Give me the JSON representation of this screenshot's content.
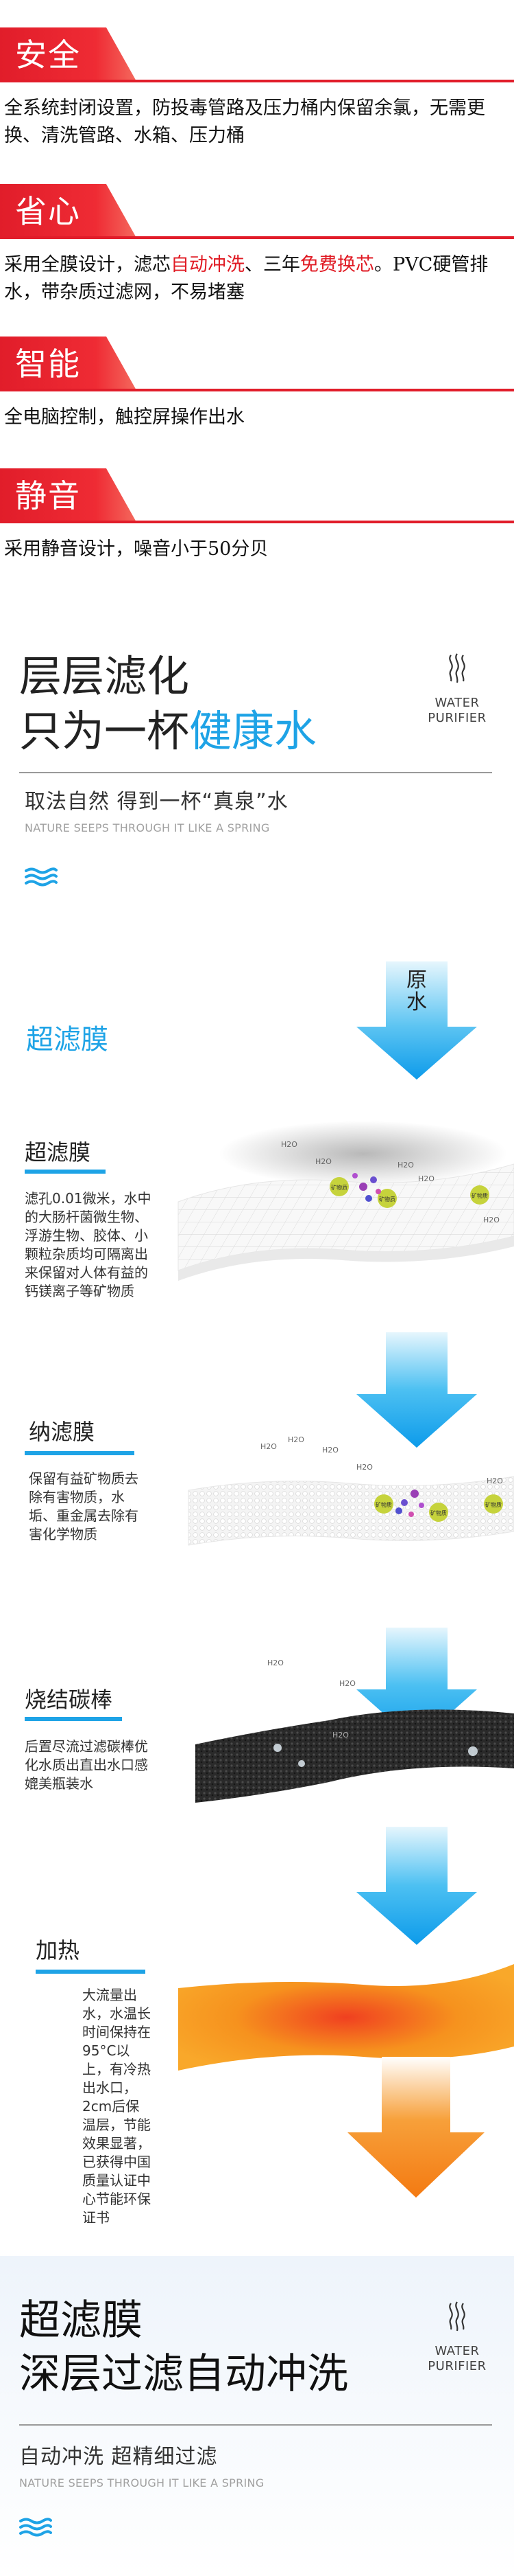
{
  "features": [
    {
      "label": "安全",
      "segments": [
        {
          "text": "全系统封闭设置，防投毒管路及压力桶内保留余氯，无需更换、清洗管路、水箱、压力桶",
          "accent": false
        }
      ]
    },
    {
      "label": "省心",
      "segments": [
        {
          "text": "采用全膜设计，滤芯",
          "accent": false
        },
        {
          "text": "自动冲洗",
          "accent": true
        },
        {
          "text": "、三年",
          "accent": false
        },
        {
          "text": "免费换芯",
          "accent": true
        },
        {
          "text": "。PVC硬管排水，带杂质过滤网，不易堵塞",
          "accent": false
        }
      ]
    },
    {
      "label": "智能",
      "segments": [
        {
          "text": "全电脑控制，触控屏操作出水",
          "accent": false
        }
      ]
    },
    {
      "label": "静音",
      "segments": [
        {
          "text": "采用静音设计，噪音小于50分贝",
          "accent": false
        }
      ]
    }
  ],
  "hero": {
    "line1": "层层滤化",
    "line2_prefix": "只为一杯",
    "line2_accent": "健康水",
    "brand_line1": "WATER",
    "brand_line2": "PURIFIER",
    "subtitle_cn": "取法自然  得到一杯“真泉”水",
    "subtitle_en": "NATURE SEEPS THROUGH IT LIKE A SPRING"
  },
  "process": {
    "section_label": "超滤膜",
    "raw_water": "原水",
    "h2o_label": "H2O",
    "mineral_label": "矿物质",
    "steps": [
      {
        "title": "超滤膜",
        "desc": "滤孔0.01微米，水中的大肠杆菌微生物、浮游生物、胶体、小颗粒杂质均可隔离出来保留对人体有益的钙镁离子等矿物质"
      },
      {
        "title": "纳滤膜",
        "desc": "保留有益矿物质去除有害物质，水垢、重金属去除有害化学物质"
      },
      {
        "title": "烧结碳棒",
        "desc": "后置尽流过滤碳棒优化水质出直出水口感媲美瓶装水"
      },
      {
        "title": "加热",
        "desc": "大流量出水，水温长时间保持在95°C以上，有冷热出水口，2cm后保温层，节能效果显著，已获得中国质量认证中心节能环保证书"
      }
    ]
  },
  "bottom": {
    "line1": "超滤膜",
    "line2": "深层过滤自动冲洗",
    "brand_line1": "WATER",
    "brand_line2": "PURIFIER",
    "subtitle_cn": "自动冲洗  超精细过滤",
    "subtitle_en": "NATURE SEEPS THROUGH IT LIKE A SPRING"
  },
  "colors": {
    "accent_red": "#e11d2a",
    "accent_blue": "#1ea3e6",
    "heat_orange": "#f7931e"
  }
}
